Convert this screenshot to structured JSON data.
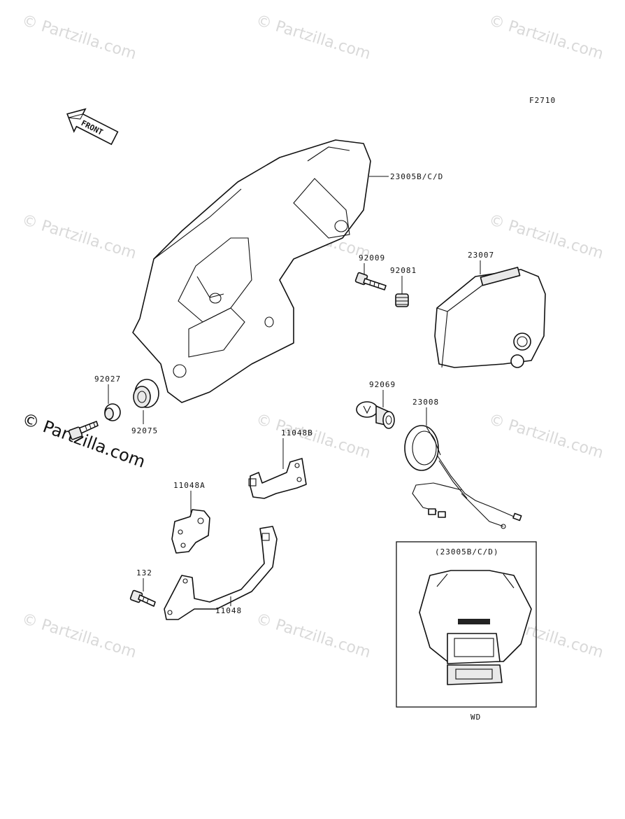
{
  "figure_code": "F2710",
  "front_arrow_label": "FRONT",
  "watermark": "© Partzilla.com",
  "inset_title": "(23005B/C/D)",
  "inset_caption": "WD",
  "parts": [
    {
      "id": "headlight-cover",
      "label": "23005B/C/D"
    },
    {
      "id": "headlight-unit",
      "label": "23007"
    },
    {
      "id": "screw-92009",
      "label": "92009"
    },
    {
      "id": "spring-92081",
      "label": "92081"
    },
    {
      "id": "collar-92027",
      "label": "92027"
    },
    {
      "id": "grommet-92075",
      "label": "92075"
    },
    {
      "id": "bulb-92069",
      "label": "92069"
    },
    {
      "id": "socket-23008",
      "label": "23008"
    },
    {
      "id": "bracket-11048b",
      "label": "11048B"
    },
    {
      "id": "bracket-11048a",
      "label": "11048A"
    },
    {
      "id": "bolt-132",
      "label": "132"
    },
    {
      "id": "bracket-11048",
      "label": "11048"
    }
  ]
}
